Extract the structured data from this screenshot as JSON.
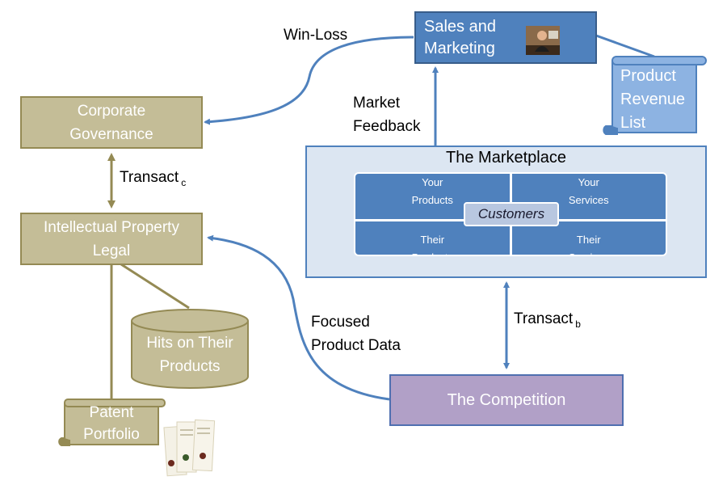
{
  "nodes": {
    "sales_marketing": [
      "Sales and",
      "Marketing"
    ],
    "product_revenue_list": [
      "Product",
      "Revenue",
      "List"
    ],
    "corporate_governance": [
      "Corporate",
      "Governance"
    ],
    "ip_legal": [
      "Intellectual Property",
      "Legal"
    ],
    "marketplace_title": "The Marketplace",
    "quadrants": {
      "your_products": [
        "Your",
        "Products"
      ],
      "your_services": [
        "Your",
        "Services"
      ],
      "their_products": [
        "Their",
        "Products"
      ],
      "their_services": [
        "Their",
        "Services"
      ]
    },
    "customers": "Customers",
    "competition": "The Competition",
    "hits_on_their_products": [
      "Hits on Their",
      "Products"
    ],
    "patent_portfolio": [
      "Patent",
      "Portfolio"
    ]
  },
  "edges": {
    "win_loss": "Win-Loss",
    "market_feedback": [
      "Market",
      "Feedback"
    ],
    "transact_c": {
      "text": "Transact",
      "sub": "c"
    },
    "transact_b": {
      "text": "Transact",
      "sub": "b"
    },
    "focused_product_data": [
      "Focused",
      "Product Data"
    ]
  },
  "colors": {
    "tan": "#c4bd97",
    "tan_border": "#948a54",
    "blue": "#4f81bd",
    "light_blue": "#8db3e2",
    "marketplace_bg": "#dce6f2",
    "purple": "#b1a0c7",
    "connector": "#4f81bd"
  }
}
